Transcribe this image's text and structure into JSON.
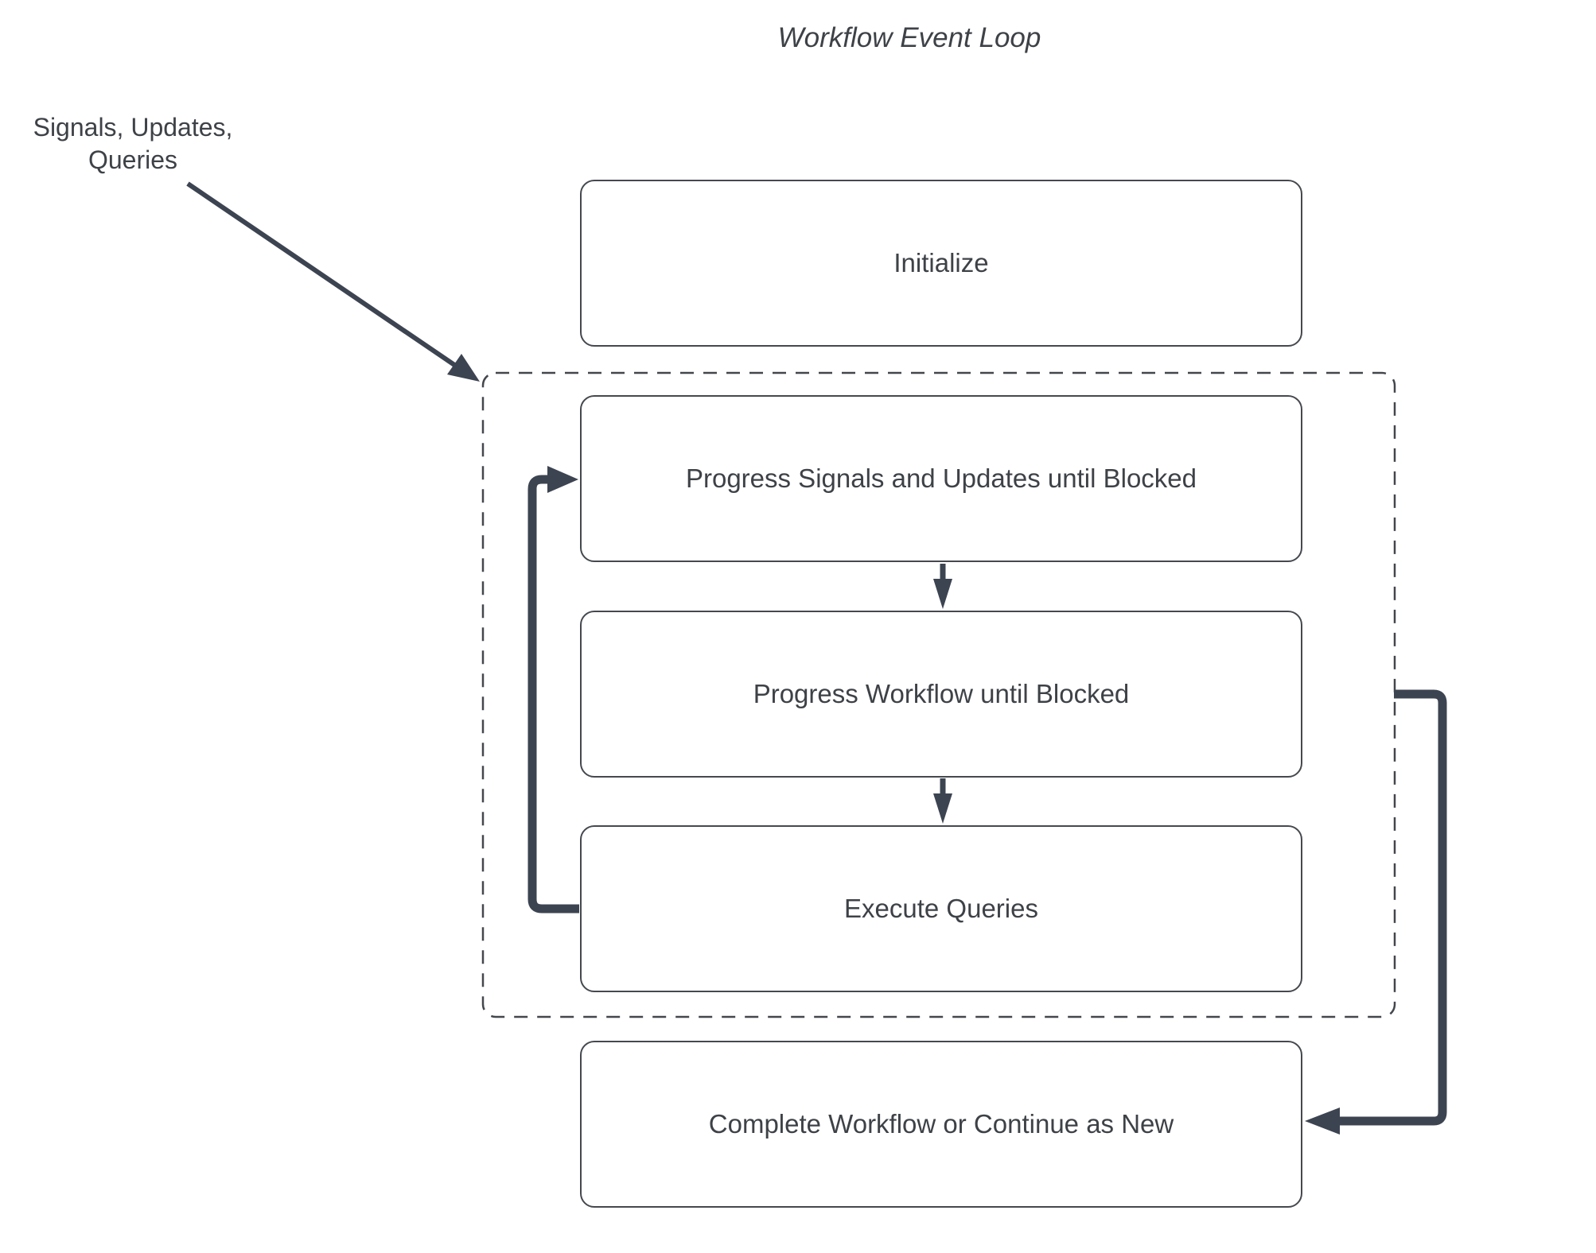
{
  "title": "Workflow Event Loop",
  "annotation": {
    "line1": "Signals, Updates,",
    "line2": "Queries"
  },
  "nodes": {
    "initialize": "Initialize",
    "progress_signals": "Progress Signals and Updates until Blocked",
    "progress_workflow": "Progress Workflow until Blocked",
    "execute_queries": "Execute Queries",
    "complete": "Complete Workflow or Continue as New"
  },
  "edges": [
    {
      "from": "signals-updates-queries-annotation",
      "to": "event-loop-container",
      "style": "thin-diagonal-arrow"
    },
    {
      "from": "progress_signals",
      "to": "progress_workflow",
      "style": "down-arrow"
    },
    {
      "from": "progress_workflow",
      "to": "execute_queries",
      "style": "down-arrow"
    },
    {
      "from": "execute_queries",
      "to": "progress_signals",
      "style": "loop-back-arrow"
    },
    {
      "from": "event-loop-container",
      "to": "complete",
      "style": "continue-arrow"
    }
  ],
  "colors": {
    "background": "#ffffff",
    "connector": "#3d4451",
    "box_border": "#45494e",
    "dashed_border": "#43474c",
    "text": "#3e4247"
  }
}
